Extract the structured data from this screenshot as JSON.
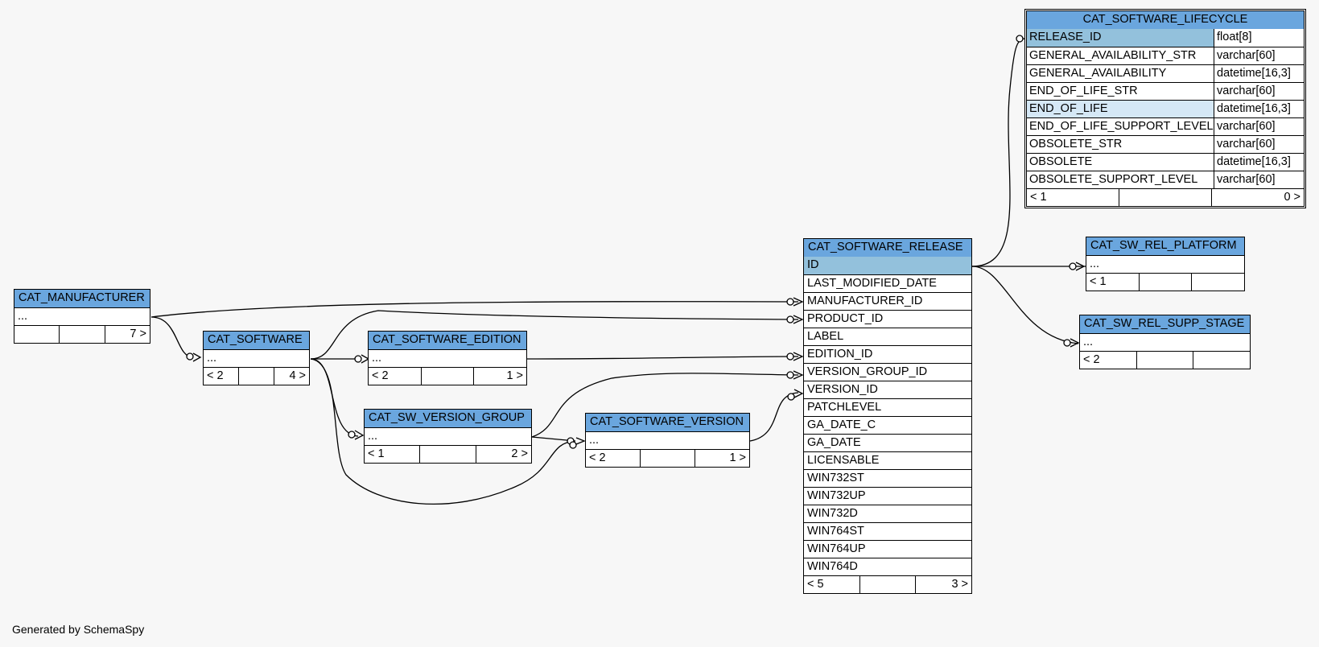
{
  "tables": {
    "cat_manufacturer": {
      "name": "CAT_MANUFACTURER",
      "cols": "...",
      "foot": [
        "",
        "",
        "7 >"
      ]
    },
    "cat_software": {
      "name": "CAT_SOFTWARE",
      "cols": "...",
      "foot": [
        "< 2",
        "",
        "4 >"
      ]
    },
    "cat_software_edition": {
      "name": "CAT_SOFTWARE_EDITION",
      "cols": "...",
      "foot": [
        "< 2",
        "",
        "1 >"
      ]
    },
    "cat_sw_version_group": {
      "name": "CAT_SW_VERSION_GROUP",
      "cols": "...",
      "foot": [
        "< 1",
        "",
        "2 >"
      ]
    },
    "cat_software_version": {
      "name": "CAT_SOFTWARE_VERSION",
      "cols": "...",
      "foot": [
        "< 2",
        "",
        "1 >"
      ]
    },
    "cat_sw_rel_platform": {
      "name": "CAT_SW_REL_PLATFORM",
      "cols": "...",
      "foot": [
        "< 1",
        "",
        ""
      ]
    },
    "cat_sw_rel_supp_stage": {
      "name": "CAT_SW_REL_SUPP_STAGE",
      "cols": "...",
      "foot": [
        "< 2",
        "",
        ""
      ]
    },
    "cat_software_release": {
      "name": "CAT_SOFTWARE_RELEASE",
      "columns": [
        "ID",
        "LAST_MODIFIED_DATE",
        "MANUFACTURER_ID",
        "PRODUCT_ID",
        "LABEL",
        "EDITION_ID",
        "VERSION_GROUP_ID",
        "VERSION_ID",
        "PATCHLEVEL",
        "GA_DATE_C",
        "GA_DATE",
        "LICENSABLE",
        "WIN732ST",
        "WIN732UP",
        "WIN732D",
        "WIN764ST",
        "WIN764UP",
        "WIN764D"
      ],
      "foot": [
        "< 5",
        "",
        "3 >"
      ]
    },
    "cat_software_lifecycle": {
      "name": "CAT_SOFTWARE_LIFECYCLE",
      "columns": [
        {
          "name": "RELEASE_ID",
          "type": "float[8]"
        },
        {
          "name": "GENERAL_AVAILABILITY_STR",
          "type": "varchar[60]"
        },
        {
          "name": "GENERAL_AVAILABILITY",
          "type": "datetime[16,3]"
        },
        {
          "name": "END_OF_LIFE_STR",
          "type": "varchar[60]"
        },
        {
          "name": "END_OF_LIFE",
          "type": "datetime[16,3]"
        },
        {
          "name": "END_OF_LIFE_SUPPORT_LEVEL",
          "type": "varchar[60]"
        },
        {
          "name": "OBSOLETE_STR",
          "type": "varchar[60]"
        },
        {
          "name": "OBSOLETE",
          "type": "datetime[16,3]"
        },
        {
          "name": "OBSOLETE_SUPPORT_LEVEL",
          "type": "varchar[60]"
        }
      ],
      "foot": [
        "< 1",
        "",
        "0 >"
      ]
    }
  },
  "footer": {
    "generated_by": "Generated by SchemaSpy"
  },
  "colors": {
    "header": "#6aa6de",
    "primary_key": "#93c1dc",
    "indexed": "#d5e8f6",
    "background": "#f7f7f7"
  }
}
